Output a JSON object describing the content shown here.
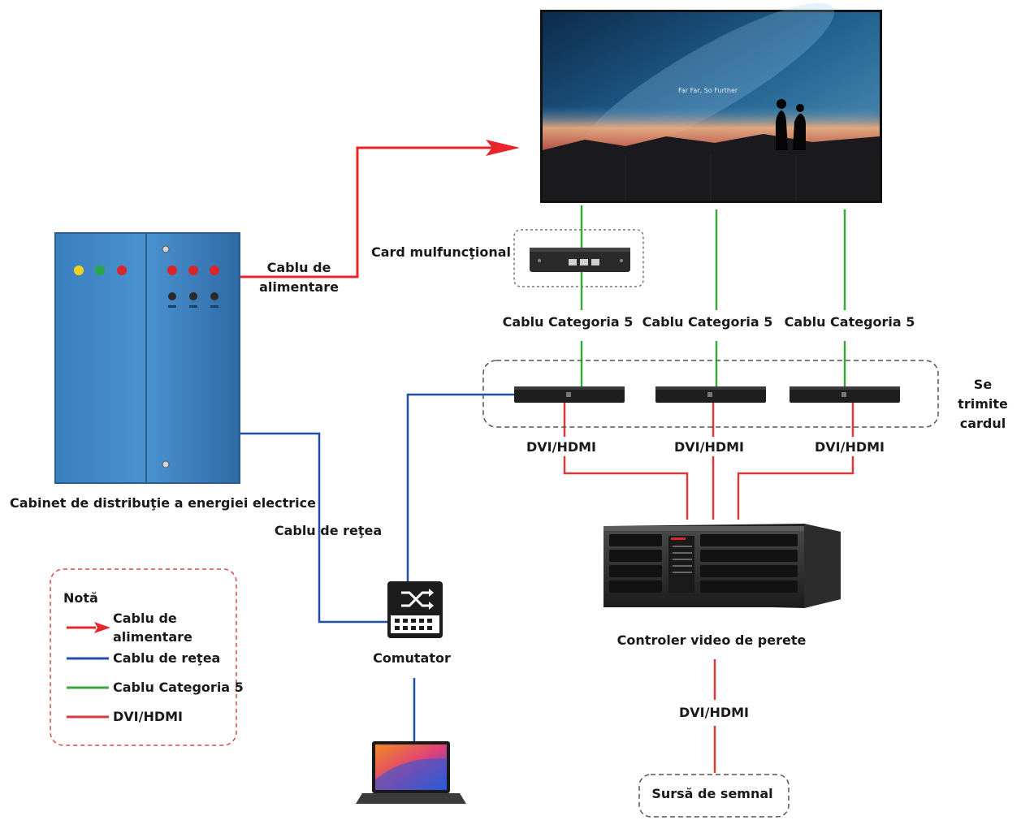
{
  "labels": {
    "power_cable": "Cablu de\nalimentare",
    "multifunction_card": "Card mulfuncţional",
    "cat5_1": "Cablu Categoria 5",
    "cat5_2": "Cablu Categoria 5",
    "cat5_3": "Cablu Categoria 5",
    "sending_card": "Se trimite\ncardul",
    "dvi_1": "DVI/HDMI",
    "dvi_2": "DVI/HDMI",
    "dvi_3": "DVI/HDMI",
    "dvi_4": "DVI/HDMI",
    "cabinet": "Cabinet de distribuţie a energiei electrice",
    "network_cable": "Cablu de reţea",
    "switch": "Comutator",
    "controller": "Controler video de perete",
    "signal_source": "Sursă de semnal",
    "screen_caption": "Far Far, So Further"
  },
  "legend": {
    "title": "Notă",
    "items": [
      {
        "label": "Cablu de\nalimentare",
        "color": "#e8262a",
        "arrow": true
      },
      {
        "label": "Cablu de reţea",
        "color": "#1f4fa8"
      },
      {
        "label": "Cablu Categoria 5",
        "color": "#3aa83a"
      },
      {
        "label": "DVI/HDMI",
        "color": "#d93a3a"
      }
    ]
  },
  "colors": {
    "power": "#e8262a",
    "network": "#1f4fa8",
    "cat5": "#3aa83a",
    "dvi": "#d93a3a",
    "cabinet": "#3f83c2"
  }
}
